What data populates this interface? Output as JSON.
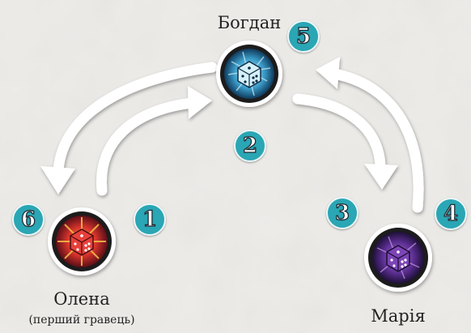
{
  "players": [
    {
      "id": "bohdan",
      "name": "Богдан",
      "color": "#3fa6c4"
    },
    {
      "id": "olena",
      "name": "Олена",
      "note": "(перший гравець)",
      "color": "#d8342c"
    },
    {
      "id": "mariia",
      "name": "Марія",
      "color": "#6a3c9a"
    }
  ],
  "steps": [
    "1",
    "2",
    "3",
    "4",
    "5",
    "6"
  ],
  "colors": {
    "badge": "#2aa6b4",
    "arrow": "#ffffff",
    "background": "#ecebe8"
  }
}
